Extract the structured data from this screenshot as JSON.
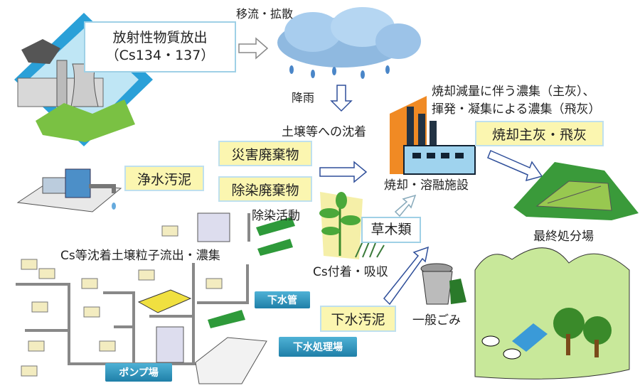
{
  "labels": {
    "release": "放射性物質放出",
    "release_isotopes": "（Cs134・137）",
    "advection": "移流・拡散",
    "rainfall": "降雨",
    "deposition": "土壌等への沈着",
    "disaster_waste": "災害廃棄物",
    "decontam_waste": "除染廃棄物",
    "water_sludge": "浄水汚泥",
    "decontam_activity": "除染活動",
    "vegetation": "草木類",
    "cs_absorption": "Cs付着・吸収",
    "incinerator": "焼却・溶融施設",
    "concentration_line1": "焼却減量に伴う濃集（主灰）、",
    "concentration_line2": "揮発・凝集による濃集（飛灰）",
    "ash": "焼却主灰・飛灰",
    "landfill": "最終処分場",
    "runoff": "Cs等沈着土壌粒子流出・濃集",
    "sewage_sludge": "下水汚泥",
    "general_waste": "一般ごみ",
    "sewer_pipe": "下水管",
    "sewage_plant": "下水処理場",
    "pump_station": "ポンプ場"
  },
  "colors": {
    "yellow_box": "#fbf6b0",
    "blue_label": "#2a8fb8",
    "arrow": "#2f4f9a"
  }
}
